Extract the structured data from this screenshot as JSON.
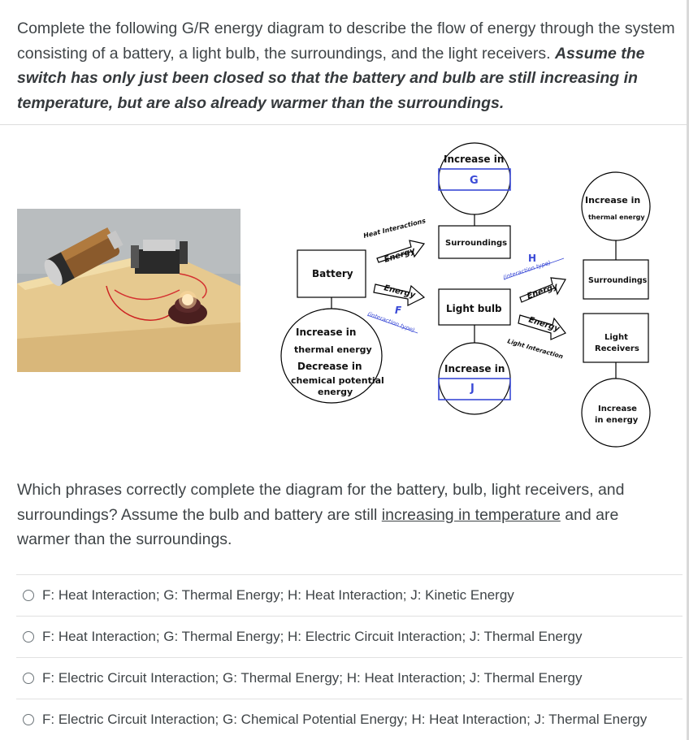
{
  "question": {
    "intro": "Complete the following G/R energy diagram to describe the flow of energy through the system consisting of a battery, a light bulb, the surroundings, and the light receivers.",
    "assumption": "Assume the switch has only just been closed so that the battery and bulb are still increasing in temperature, but are also already warmer than the surroundings."
  },
  "diagram": {
    "battery": "Battery",
    "battery_change_1": "Increase in",
    "battery_change_2": "thermal energy",
    "battery_change_3": "Decrease in",
    "battery_change_4": "chemical potential",
    "battery_change_5": "energy",
    "heat_interactions": "Heat Interactions",
    "energy_arrow_1": "Energy",
    "energy_arrow_2": "Energy",
    "blank_f": "F",
    "interaction_type_f": "(interaction type)",
    "increase_in_top": "Increase in",
    "blank_g": "G",
    "surroundings_mid": "Surroundings",
    "light_bulb": "Light bulb",
    "increase_in_bottom": "Increase in",
    "blank_j": "J",
    "blank_h": "H",
    "interaction_type_h": "(interaction type)",
    "energy_arrow_3": "Energy",
    "energy_arrow_4": "Energy",
    "light_interaction": "Light Interaction",
    "right_increase_1": "Increase in",
    "right_increase_2": "thermal energy",
    "surroundings_right": "Surroundings",
    "light_receivers_1": "Light",
    "light_receivers_2": "Receivers",
    "right_bottom_1": "Increase",
    "right_bottom_2": "in energy"
  },
  "question2": {
    "part1": "Which phrases correctly complete the diagram for the battery, bulb, light receivers, and surroundings? Assume the bulb and battery are still ",
    "underlined": "increasing in temperature",
    "part2": " and are warmer than the surroundings."
  },
  "options": [
    "F: Heat Interaction; G: Thermal Energy; H: Heat Interaction; J: Kinetic Energy",
    "F: Heat Interaction; G: Thermal Energy; H: Electric Circuit Interaction; J: Thermal Energy",
    "F: Electric Circuit Interaction; G: Thermal Energy; H: Heat Interaction; J: Thermal Energy",
    "F: Electric Circuit Interaction; G: Chemical Potential Energy; H: Heat Interaction; J: Thermal Energy"
  ],
  "colors": {
    "text": "#3f4447",
    "blank_box": "#3949d6",
    "wood": "#e3c48c"
  }
}
